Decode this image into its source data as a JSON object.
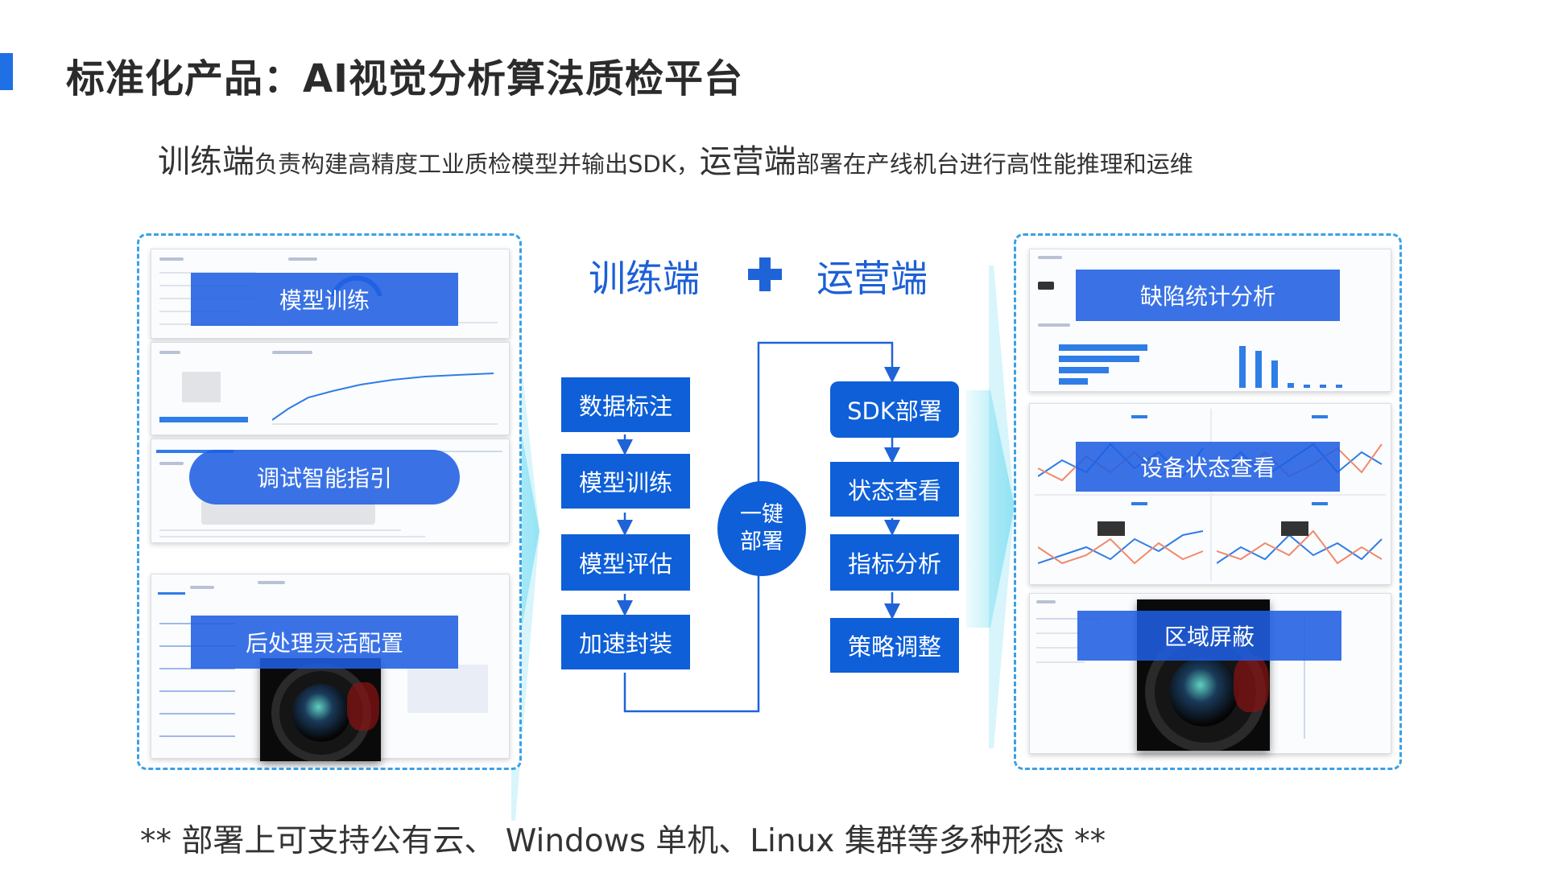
{
  "header": {
    "title": "标准化产品：AI视觉分析算法质检平台"
  },
  "subtitle": {
    "training_term": "训练端",
    "training_desc": "负责构建高精度工业质检模型并输出SDK，",
    "ops_term": "运营端",
    "ops_desc": "部署在产线机台进行高性能推理和运维"
  },
  "left_panel": {
    "overlays": [
      "模型训练",
      "调试智能指引",
      "后处理灵活配置"
    ]
  },
  "right_panel": {
    "overlays": [
      "缺陷统计分析",
      "设备状态查看",
      "区域屏蔽"
    ]
  },
  "diagram": {
    "training_header": "训练端",
    "ops_header": "运营端",
    "training_steps": [
      "数据标注",
      "模型训练",
      "模型评估",
      "加速封装"
    ],
    "hub_line1": "一键",
    "hub_line2": "部署",
    "ops_steps": [
      "SDK部署",
      "状态查看",
      "指标分析",
      "策略调整"
    ]
  },
  "footer": {
    "note": "** 部署上可支持公有云、 Windows 单机、Linux 集群等多种形态 **"
  },
  "colors": {
    "accent": "#1f6fe5",
    "box": "#0e5fd8",
    "heading_blue": "#1c5fd6",
    "dashed_border": "#3aa1e6",
    "beam": "#5fd6f0"
  }
}
